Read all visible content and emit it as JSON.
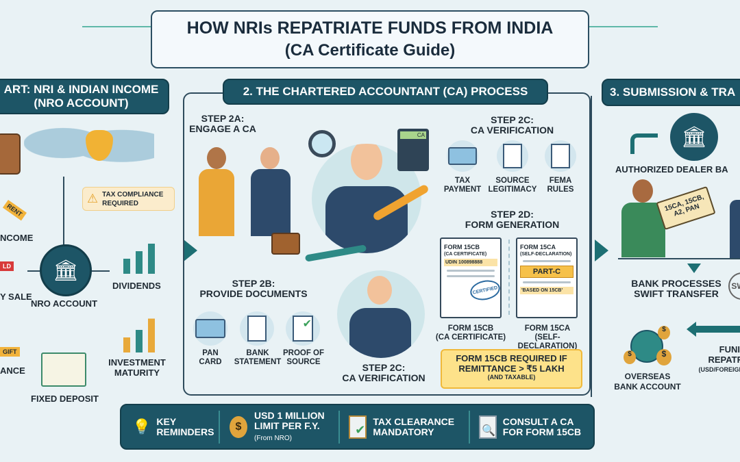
{
  "title": {
    "line1": "HOW NRIs REPATRIATE FUNDS FROM INDIA",
    "line2": "(CA Certificate Guide)"
  },
  "section1": {
    "header_line1": "ART: NRI & INDIAN INCOME",
    "header_line2": "(NRO ACCOUNT)",
    "badge": "TAX COMPLIANCE REQUIRED",
    "center": "NRO ACCOUNT",
    "items": {
      "rent_tag": "RENT",
      "rent": "NCOME",
      "sold_tag": "LD",
      "sale": "Y SALE",
      "gift_tag": "GIFT",
      "inherit": "ANCE",
      "dividends": "DIVIDENDS",
      "fd": "FIXED DEPOSIT",
      "investment": "INVESTMENT MATURITY"
    }
  },
  "section2": {
    "header": "2. THE CHARTERED ACCOUNTANT (CA) PROCESS",
    "step2a": {
      "title": "STEP 2A:",
      "sub": "ENGAGE A CA"
    },
    "calculator_label": "CA",
    "step2b": {
      "title": "STEP 2B:",
      "sub": "PROVIDE DOCUMENTS",
      "docs": [
        "PAN CARD",
        "BANK STATEMENT",
        "PROOF OF SOURCE"
      ]
    },
    "step2c": {
      "title": "STEP 2C:",
      "sub": "CA VERIFICATION",
      "checks": [
        "TAX PAYMENT",
        "SOURCE LEGITIMACY",
        "FEMA RULES"
      ]
    },
    "step2c_lower": {
      "title": "STEP 2C:",
      "sub": "CA VERIFICATION"
    },
    "step2d": {
      "title": "STEP 2D:",
      "sub": "FORM GENERATION"
    },
    "form15cb": {
      "title": "FORM 15CB",
      "sub": "(CA CERTIFICATE)",
      "udin": "UDIN 100898888",
      "stamp": "CERTIFIED",
      "caption": "FORM 15CB",
      "caption_sub": "(CA CERTIFICATE)"
    },
    "form15ca": {
      "title": "FORM 15CA",
      "sub": "(SELF-DECLARATION)",
      "part": "PART-C",
      "note": "'BASED ON 15CB'",
      "caption": "FORM 15CA",
      "caption_sub": "(SELF-DECLARATION)"
    },
    "callout": {
      "line1": "FORM 15CB REQUIRED IF",
      "line2": "REMITTANCE > ₹5 LAKH",
      "line3": "(AND TAXABLE)"
    }
  },
  "section3": {
    "header": "3. SUBMISSION & TRA",
    "bank": "AUTHORIZED DEALER BA",
    "docs_card": "15CA, 15CB, A2, PAN",
    "process": {
      "line1": "BANK PROCESSES",
      "line2": "SWIFT TRANSFER"
    },
    "swift": "SW",
    "funds": {
      "line1": "FUNI",
      "line2": "REPATR",
      "line3": "(USD/FOREIGN"
    },
    "overseas": {
      "line1": "OVERSEAS",
      "line2": "BANK ACCOUNT"
    }
  },
  "reminders": [
    {
      "icon": "lightbulb-icon",
      "text": "KEY REMINDERS",
      "sub": ""
    },
    {
      "icon": "money-bag-icon",
      "text": "USD 1 MILLION LIMIT PER F.Y.",
      "sub": "(From NRO)"
    },
    {
      "icon": "clipboard-check-icon",
      "text": "TAX CLEARANCE MANDATORY",
      "sub": ""
    },
    {
      "icon": "document-search-icon",
      "text": "CONSULT A CA FOR FORM 15CB",
      "sub": ""
    }
  ],
  "colors": {
    "teal": "#1d5566",
    "accent": "#f2a531",
    "callout": "#fde28a",
    "background": "#e9f2f5"
  }
}
